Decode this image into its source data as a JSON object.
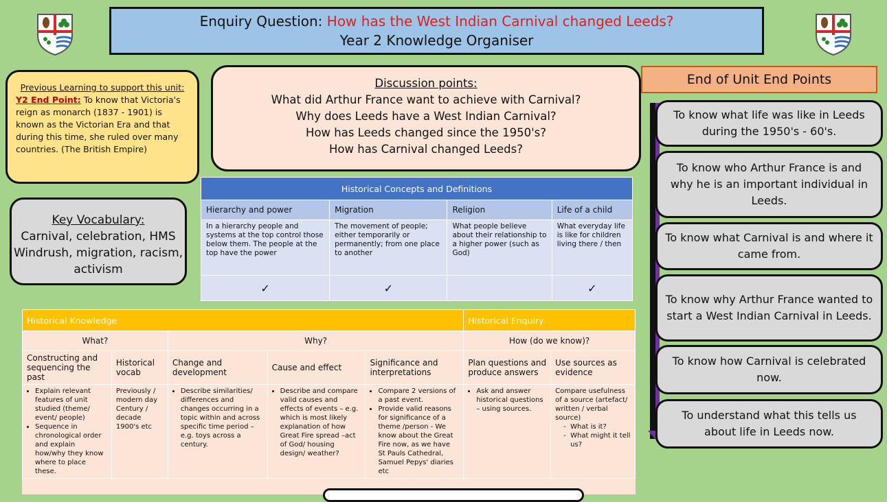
{
  "header": {
    "enquiry_prefix": "Enquiry Question:",
    "enquiry_question": "How has the West Indian Carnival changed Leeds?",
    "subtitle": "Year 2 Knowledge Organiser"
  },
  "previous_learning": {
    "heading": "Previous Learning to support this unit:",
    "end_point_label": "Y2 End Point:",
    "end_point_text": "To know that Victoria's reign as monarch (1837 - 1901) is known as the Victorian Era and that during this time, she ruled over many countries. (The British Empire)"
  },
  "discussion": {
    "heading": "Discussion points:",
    "points": [
      "What did Arthur France want to achieve with Carnival?",
      "Why does Leeds have a West Indian Carnival?",
      "How has Leeds changed since the 1950's?",
      "How has Carnival changed Leeds?"
    ]
  },
  "vocabulary": {
    "heading": "Key Vocabulary:",
    "words": "Carnival, celebration, HMS Windrush, migration, racism, activism"
  },
  "concepts": {
    "title": "Historical Concepts and Definitions",
    "columns": [
      "Hierarchy and power",
      "Migration",
      "Religion",
      "Life of a child"
    ],
    "definitions": [
      "In a hierarchy people and systems at the top control those below them. The people at the top have the power",
      "The movement of people; either temporarily or permanently; from one place to another",
      "What people believe about their relationship to a higher power (such as God)",
      "What everyday life is like for children living there / then"
    ],
    "ticks": [
      "✓",
      "✓",
      "",
      "✓"
    ]
  },
  "knowledge": {
    "title_left": "Historical Knowledge",
    "title_right": "Historical Enquiry",
    "groups": [
      "What?",
      "Why?",
      "How (do we know)?"
    ],
    "columns": [
      "Constructing and sequencing the past",
      "Historical vocab",
      "Change and development",
      "Cause and effect",
      "Significance and interpretations",
      "Plan questions and produce answers",
      "Use sources as evidence"
    ],
    "col1": [
      "Explain relevant features of unit studied (theme/ event/ people)",
      "Sequence in chronological order and explain how/why they know where to place these."
    ],
    "col2": "Previously / modern day Century / decade 1900's etc",
    "col3": [
      "Describe similarities/ differences and changes occurring in a topic within and across specific time period – e.g. toys across a century."
    ],
    "col4": [
      "Describe and compare valid causes and effects of events – e.g. which is most likely explanation of how Great Fire spread –act of God/ housing design/ weather?"
    ],
    "col5": [
      "Compare 2 versions of a past event.",
      "Provide valid reasons for significance of a theme /person - We know about the Great Fire now, as we have St Pauls Cathedral, Samuel Pepys' diaries etc"
    ],
    "col6": [
      "Ask and answer historical questions – using sources."
    ],
    "col7_intro": "Compare usefulness of a source (artefact/ written / verbal source)",
    "col7": [
      "What is it?",
      "What might it tell us?"
    ]
  },
  "end_points": {
    "heading": "End of Unit End Points",
    "items": [
      "To know what life was like in Leeds during the 1950's - 60's.",
      "To know who Arthur France is and why he is an important individual in Leeds.",
      "To know what Carnival is and where it came from.",
      "To know why Arthur France wanted to start a West Indian Carnival in Leeds.",
      "To know how Carnival is celebrated now.",
      "To understand what this tells us about life in Leeds now."
    ]
  },
  "colors": {
    "background": "#a6d38c",
    "title_bg": "#9dc3e6",
    "question": "#e0201c",
    "prev_bg": "#ffe38a",
    "concepts_head": "#4472c4",
    "knowledge_head": "#ffc000",
    "endpoints_head": "#f4b183",
    "arrow": "#7030a0"
  }
}
